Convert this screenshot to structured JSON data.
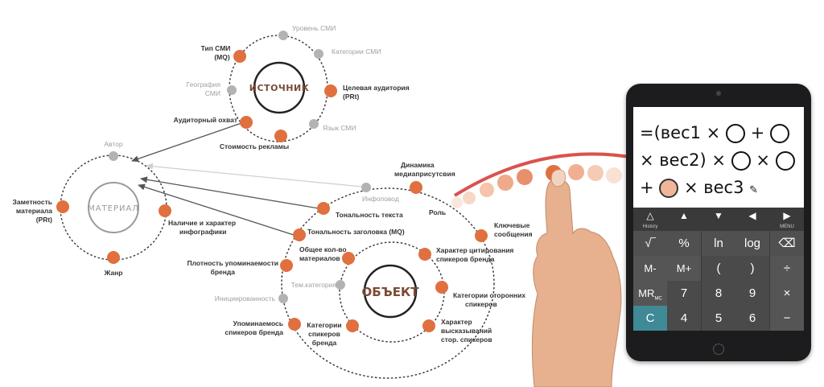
{
  "source": {
    "hub": "ИСТОЧНИК",
    "nodes": {
      "media_level": "Уровень СМИ",
      "media_category": "Категории СМИ",
      "media_type": [
        "Тип СМИ",
        "(MQ)"
      ],
      "target_audience": [
        "Целевая аудитория",
        "(PRt)"
      ],
      "geography": [
        "География",
        "СМИ"
      ],
      "media_language": "Язык СМИ",
      "audience_reach": "Аудиторный охват",
      "ad_cost": "Стоимость рекламы"
    }
  },
  "material": {
    "hub": "МАТЕРИАЛ",
    "nodes": {
      "author": "Автор",
      "visibility": [
        "Заметность",
        "материала",
        "(PRt)"
      ],
      "infographics": [
        "Наличие и характер",
        "инфографики"
      ],
      "genre": "Жанр"
    }
  },
  "object": {
    "hub": "ОБЪЕКТ",
    "nodes": {
      "media_dynamics": [
        "Динамика",
        "медиаприсутсвия"
      ],
      "news_hook": "Инфоповод",
      "role": "Роль",
      "text_tone": "Тональность текста",
      "key_messages": [
        "Ключевые",
        "сообщения"
      ],
      "headline_tone": "Тональность заголовка (MQ)",
      "materials_count": [
        "Общее кол-во",
        "материалов"
      ],
      "brand_speaker_citation": [
        "Характер цитирования",
        "спикеров бренда"
      ],
      "mention_density": [
        "Плотность упоминаемости",
        "бренда"
      ],
      "topic_category": "Тем.категория",
      "third_party_speakers": [
        "Категории сторонних",
        "спикеров"
      ],
      "initiation": "Инициированность",
      "brand_speaker_mentions": [
        "Упоминаемось",
        "спикеров бренда"
      ],
      "brand_speaker_categories": [
        "Категории",
        "спикеров",
        "бренда"
      ],
      "third_party_statements": [
        "Характер",
        "высказываний",
        "стор. спикеров"
      ]
    }
  },
  "calculator": {
    "formula": {
      "line1_prefix": "=(вес1 ×",
      "plus": "+",
      "line2_prefix": "× вес2) ×",
      "times": "×",
      "line3_prefix": "+",
      "line3_suffix": "× вес3"
    },
    "nav": {
      "history_symbol": "△",
      "history_label": "History",
      "up": "▲",
      "down": "▼",
      "left": "◀",
      "menu_symbol": "▶",
      "menu_label": "MENU"
    },
    "keys": {
      "sqrt": "√‾",
      "percent": "%",
      "ln": "ln",
      "log": "log",
      "backspace": "⌫",
      "m_minus": "M-",
      "m_plus": "M+",
      "open_paren": "(",
      "close_paren": ")",
      "divide": "÷",
      "mr": "MR",
      "mc": "MC",
      "seven": "7",
      "eight": "8",
      "nine": "9",
      "multiply": "×",
      "clear": "C",
      "four": "4",
      "five": "5",
      "six": "6",
      "minus": "−"
    }
  },
  "colors": {
    "node_orange": "#e0703f",
    "node_grey": "#b3b3b3",
    "arrow_dark": "#555555",
    "arrow_light": "#d0d0d0",
    "swoosh_red": "#d9534f",
    "calc_clear": "#3f8a96"
  }
}
